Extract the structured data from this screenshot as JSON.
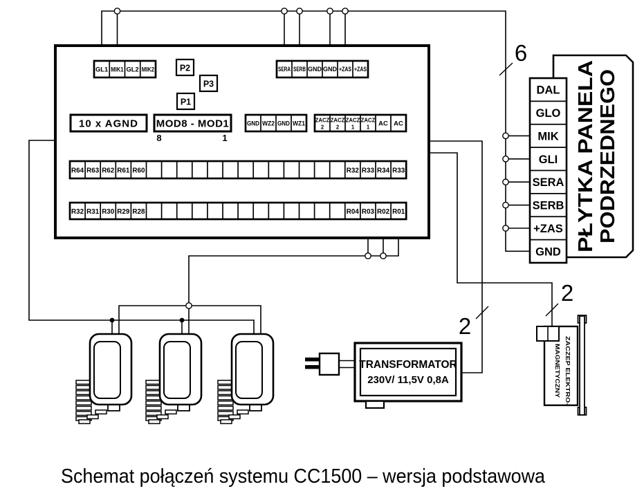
{
  "caption": "Schemat połączeń systemu CC1500 – wersja podstawowa",
  "board": {
    "strip_gl": [
      "GL1",
      "MIK1",
      "GL2",
      "MIK2"
    ],
    "jumpers": [
      "P2",
      "P3",
      "P1"
    ],
    "strip_top_right": [
      "SERA",
      "SERB",
      "GND",
      "GND",
      "+ZAS",
      "+ZAS"
    ],
    "agnd_label": "10 x AGND",
    "mod_label": "MOD8 - MOD1",
    "mod_left_num": "8",
    "mod_right_num": "1",
    "strip_wz": [
      "GND",
      "WZ2",
      "GND",
      "WZ1"
    ],
    "strip_zacz": [
      [
        "ZACZ",
        "2"
      ],
      [
        "ZACZ",
        "2"
      ],
      [
        "ZACZ",
        "1"
      ],
      [
        "ZACZ",
        "1"
      ],
      "AC",
      "AC"
    ],
    "relay_row1": [
      "R64",
      "R63",
      "R62",
      "R61",
      "R60",
      "",
      "",
      "",
      "",
      "",
      "",
      "",
      "",
      "",
      "",
      "",
      "",
      "",
      "R32",
      "R33",
      "R34",
      "R33"
    ],
    "relay_row2": [
      "R32",
      "R31",
      "R30",
      "R29",
      "R28",
      "",
      "",
      "",
      "",
      "",
      "",
      "",
      "",
      "",
      "",
      "",
      "",
      "",
      "R04",
      "R03",
      "R02",
      "R01"
    ]
  },
  "panel": {
    "title_line1": "PŁYTKA PANELA",
    "title_line2": "PODRZEDNEGO",
    "terminals": [
      "DAL",
      "GLO",
      "MIK",
      "GLI",
      "SERA",
      "SERB",
      "+ZAS",
      "GND"
    ]
  },
  "transformer": {
    "line1": "TRANSFORMATOR",
    "line2": "230V/ 11,5V 0,8A"
  },
  "strike": {
    "line1": "ZACZEP ELEKTRO-",
    "line2": "MAGNETYCZNY"
  },
  "wire_counts": {
    "panel_bus": "6",
    "transformer": "2",
    "strike": "2"
  },
  "colors": {
    "line": "#000000",
    "background": "#ffffff"
  }
}
